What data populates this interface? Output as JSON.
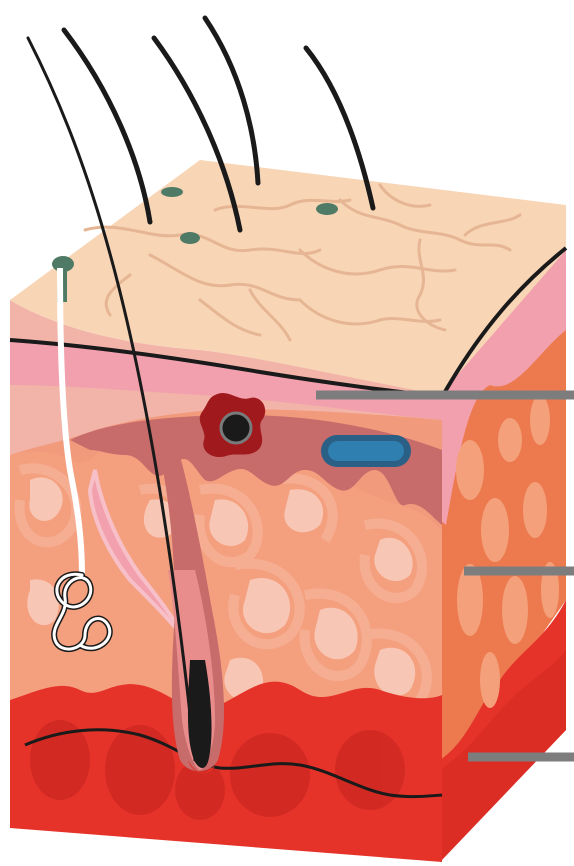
{
  "diagram": {
    "type": "skin-cross-section",
    "labels_text": [],
    "layers": [
      "epidermis",
      "dermis",
      "hypodermis"
    ],
    "structures": [
      "hair-shaft",
      "hair-follicle",
      "sweat-gland",
      "sweat-duct-pore",
      "sebaceous-gland",
      "melanocyte",
      "blood-vessel",
      "skin-pores"
    ],
    "leader_lines": 3,
    "colors": {
      "skin_surface": "#f8d5b5",
      "surface_lines": "#e6b694",
      "epidermis": "#f2a0ae",
      "dermis_light": "#f29a7c",
      "dermis_dark": "#ec7a4e",
      "hypodermis": "#e5332a",
      "hypodermis_dark": "#c4221d",
      "hair": "#1a1a1a",
      "pores": "#4f7b66",
      "vessel": "#2a6e9a",
      "melanocyte": "#a0191c",
      "leader_line": "#7d7d7d"
    }
  }
}
